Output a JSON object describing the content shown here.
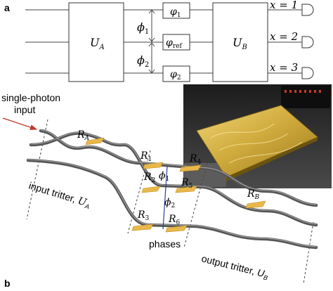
{
  "panel_a": {
    "label": "a",
    "ua_label": "U_A",
    "ub_label": "U_B",
    "phi1": "φ_1",
    "phiref": "φ_ref",
    "phi2": "φ_2",
    "Phi1": "ϕ_1",
    "Phi2": "ϕ_2",
    "outputs": [
      "x = 1",
      "x = 2",
      "x = 3"
    ]
  },
  "panel_b": {
    "label": "b",
    "input_label_1": "single-photon",
    "input_label_2": "input",
    "input_tritter": "input tritter, U_A",
    "output_tritter": "output tritter, U_B",
    "phases": "phases",
    "RA": "R_A",
    "RB": "R_B",
    "R1": "R_1",
    "R2": "R_2",
    "R3": "R_3",
    "R4": "R_4",
    "R5": "R_5",
    "R6": "R_6",
    "Phi1": "ϕ_1",
    "Phi2": "ϕ_2"
  },
  "colors": {
    "arrow": "#c0392b",
    "heater": "#e8b84a",
    "separator": "#2c3e8f",
    "chip_gold": "#d4b042"
  }
}
